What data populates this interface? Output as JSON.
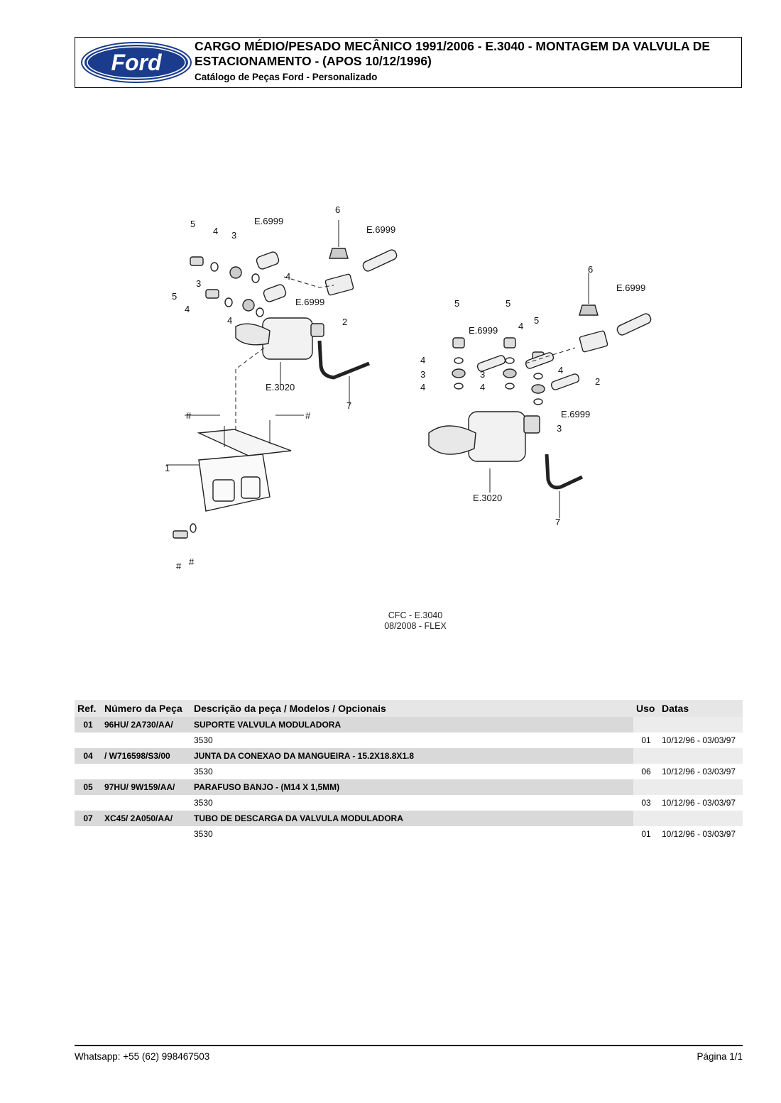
{
  "header": {
    "logo_text": "Ford",
    "title": "CARGO MÉDIO/PESADO MECÂNICO 1991/2006 - E.3040 - MONTAGEM DA VALVULA DE ESTACIONAMENTO - (APOS 10/12/1996)",
    "subtitle": "Catálogo de Peças Ford - Personalizado"
  },
  "diagram": {
    "labels": {
      "e6999": "E.6999",
      "e3020": "E.3020",
      "hash": "#",
      "n1": "1",
      "n2": "2",
      "n3": "3",
      "n4": "4",
      "n5": "5",
      "n6": "6",
      "n7": "7"
    },
    "caption_line1": "CFC - E.3040",
    "caption_line2": "08/2008 - FLEX"
  },
  "table": {
    "headers": {
      "ref": "Ref.",
      "numero": "Número da Peça",
      "descricao": "Descrição da peça / Modelos / Opcionais",
      "uso": "Uso",
      "datas": "Datas"
    },
    "rows": [
      {
        "ref": "01",
        "numero": "96HU/  2A730/AA/",
        "descricao": "SUPORTE VALVULA MODULADORA",
        "modelo": "3530",
        "uso": "01",
        "datas": "10/12/96 - 03/03/97"
      },
      {
        "ref": "04",
        "numero": "/ W716598/S3/00",
        "descricao": "JUNTA DA CONEXAO DA MANGUEIRA - 15.2X18.8X1.8",
        "modelo": "3530",
        "uso": "06",
        "datas": "10/12/96 - 03/03/97"
      },
      {
        "ref": "05",
        "numero": "97HU/  9W159/AA/",
        "descricao": "PARAFUSO BANJO - (M14 X 1,5MM)",
        "modelo": "3530",
        "uso": "03",
        "datas": "10/12/96 - 03/03/97"
      },
      {
        "ref": "07",
        "numero": "XC45/  2A050/AA/",
        "descricao": "TUBO DE DESCARGA DA VALVULA MODULADORA",
        "modelo": "3530",
        "uso": "01",
        "datas": "10/12/96 - 03/03/97"
      }
    ]
  },
  "footer": {
    "contact": "Whatsapp: +55 (62) 998467503",
    "page": "Página 1/1"
  },
  "colors": {
    "ford_blue": "#1b3c8c",
    "row_main": "#d9d9d9",
    "header_bg": "#e6e6e6"
  }
}
